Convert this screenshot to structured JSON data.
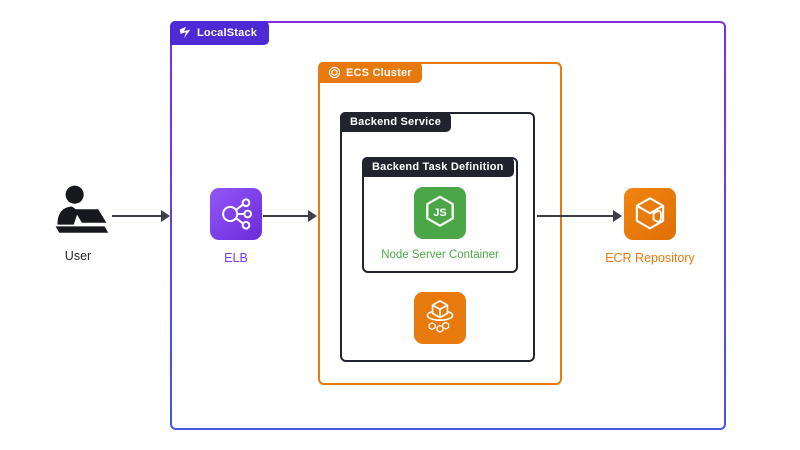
{
  "containers": {
    "localstack": {
      "label": "LocalStack"
    },
    "ecs_cluster": {
      "label": "ECS Cluster"
    },
    "backend_service": {
      "label": "Backend Service"
    },
    "backend_task_definition": {
      "label": "Backend Task Definition"
    }
  },
  "nodes": {
    "user": {
      "label": "User",
      "icon": "user-at-laptop-icon"
    },
    "elb": {
      "label": "ELB",
      "icon": "elastic-load-balancer-icon"
    },
    "node_server_container": {
      "label": "Node Server Container",
      "icon": "nodejs-hexagon-icon",
      "icon_text": "JS"
    },
    "ecs_service": {
      "icon": "ecs-service-cubes-icon"
    },
    "ecr_repository": {
      "label": "ECR Repository",
      "icon": "ecr-cube-icon"
    }
  },
  "icons": {
    "localstack_logo": "localstack-logo-icon",
    "ecs_cluster_badge": "ecs-cluster-badge-icon"
  },
  "colors": {
    "localstack_tab_purple": "#4E2AD6",
    "outer_border_top": "#7B2EE0",
    "outer_border_bottom": "#4557E6",
    "aws_orange": "#E8790D",
    "dark_tab": "#21242F",
    "node_green": "#4BA647",
    "elb_label_purple": "#7C3AED",
    "arrow_gray": "#3C4046"
  }
}
